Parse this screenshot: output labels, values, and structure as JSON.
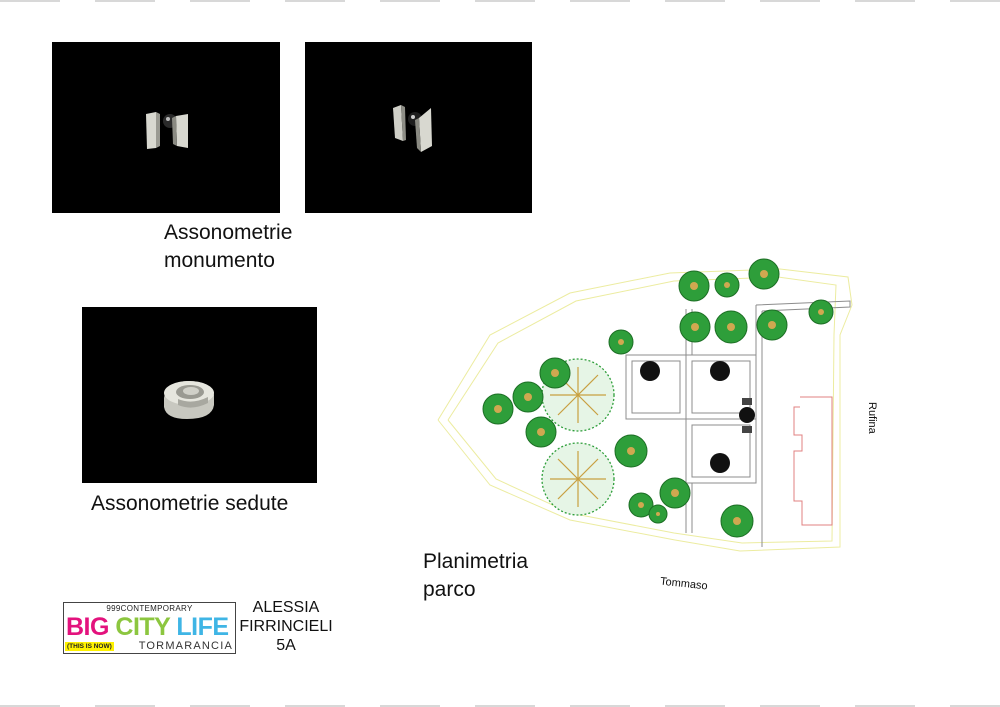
{
  "captions": {
    "monument": [
      "Assonometrie",
      "monumento"
    ],
    "seats": "Assonometrie sedute",
    "plan": [
      "Planimetria",
      "parco"
    ]
  },
  "logo": {
    "top": "999CONTEMPORARY",
    "words": [
      "BIG",
      "CITY",
      "LIFE"
    ],
    "tagline": "(THIS IS NOW)",
    "district": "TORMARANCIA",
    "colors": {
      "big": "#e3127d",
      "city": "#8cc63f",
      "life": "#3fb5e5",
      "tag": "#fff200"
    }
  },
  "author": {
    "lines": [
      "ALESSIA",
      "FIRRINCIELI",
      "5A"
    ]
  },
  "streets": {
    "east": "Rufina",
    "south": "Tommaso"
  },
  "colors": {
    "background": "#000000",
    "tree": "#2e9e3a",
    "tree_center": "#c8a040",
    "boundary": "#e8e888",
    "building": "#e08080",
    "path": "#888888"
  }
}
